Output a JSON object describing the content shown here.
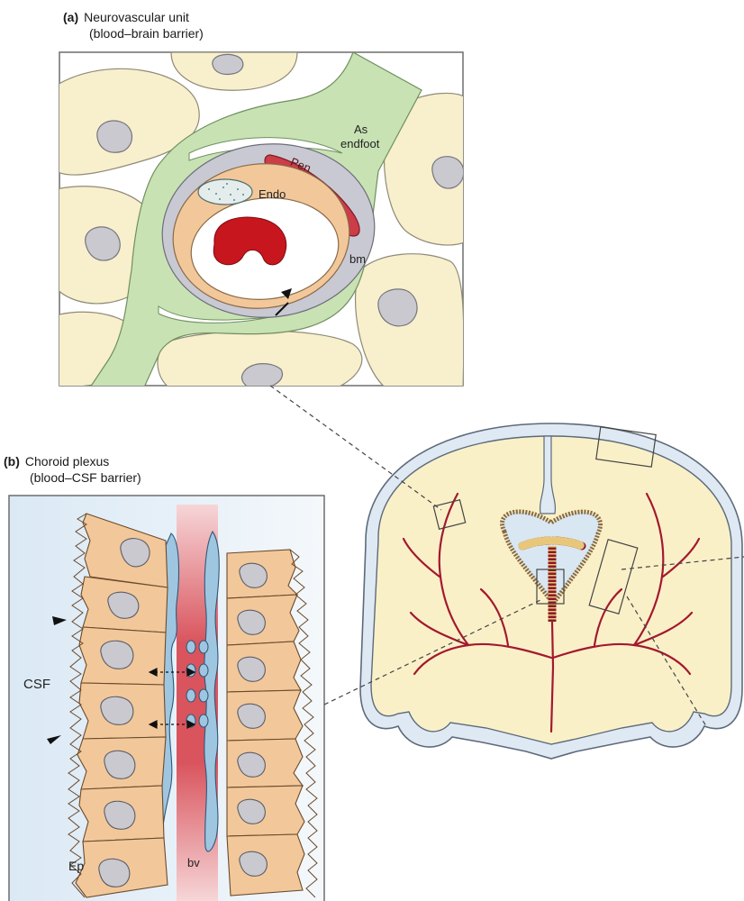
{
  "panel_a": {
    "letter": "(a)",
    "title_line1": "Neurovascular unit",
    "title_line2": "(blood–brain barrier)",
    "labels": {
      "astrocyte_endfoot_line1": "As",
      "astrocyte_endfoot_line2": "endfoot",
      "pericyte": "Pen",
      "endothelium": "Endo",
      "basement_membrane": "bm"
    }
  },
  "panel_b": {
    "letter": "(b)",
    "title_line1": "Choroid plexus",
    "title_line2": "(blood–CSF barrier)",
    "labels": {
      "csf": "CSF",
      "blood_vessel": "bv",
      "epithelium": "Ep"
    }
  },
  "colors": {
    "neuron_cell": "#f8efcc",
    "nucleus": "#c9c9cf",
    "astrocyte": "#c8e2b4",
    "basement_membrane": "#c9c9d4",
    "endothelium": "#f2c89a",
    "pericyte": "#cc3d48",
    "red_blood_cell": "#c8161e",
    "csf_fluid": "#d7e8f4",
    "vessel": "#a3192e",
    "ependyma": "#9fc6e0",
    "brain_tissue": "#faf0c8"
  }
}
